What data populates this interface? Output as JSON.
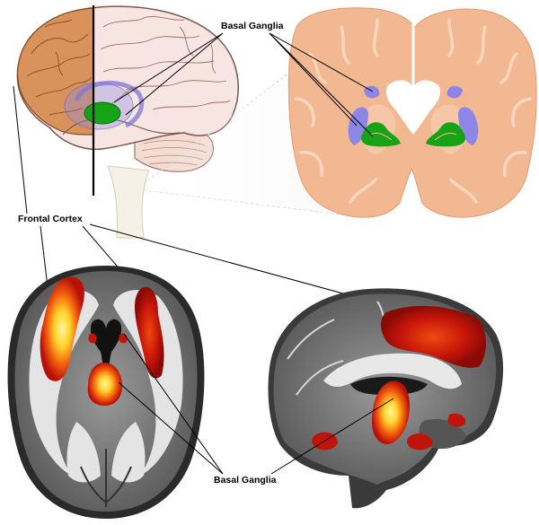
{
  "labels": {
    "basal_ganglia_top": "Basal Ganglia",
    "frontal_cortex": "Frontal Cortex",
    "basal_ganglia_bottom": "Basal Ganglia"
  },
  "colors": {
    "cortex_orange": "#d9935a",
    "brain_tissue_pink": "#f3dcd4",
    "coronal_tissue": "#f2b892",
    "ventricle_white": "#ffffff",
    "caudate_blue": "#8d86e6",
    "putamen_green": "#16a316",
    "activation_red": "#c0140a",
    "activation_yellow": "#ffe23a",
    "mri_dark": "#1a1a1a",
    "mri_white_matter": "#e4e4e4"
  }
}
